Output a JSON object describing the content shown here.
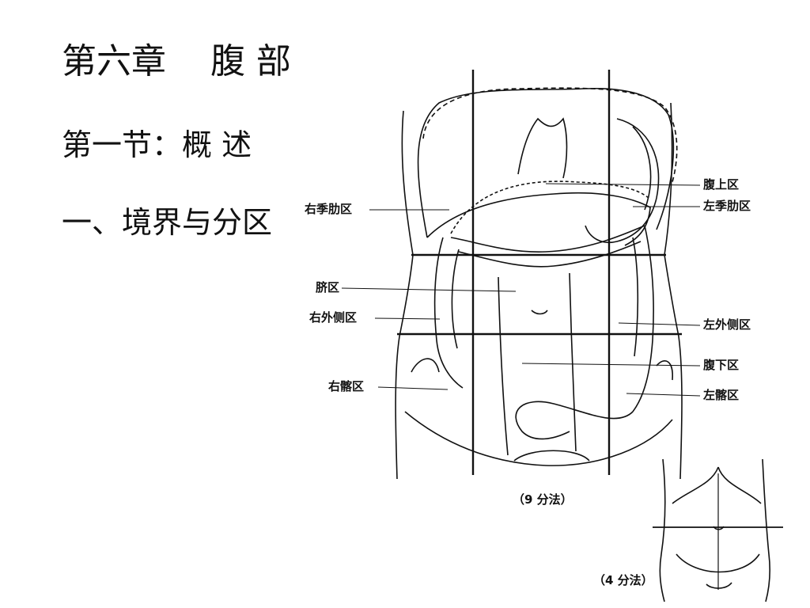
{
  "slide": {
    "chapter_title": "第六章    腹 部",
    "section_title": "第一节：概 述",
    "subsection_title": "一、境界与分区"
  },
  "figure_nine": {
    "caption": "（9 分法）",
    "regions": {
      "epigastric": "腹上区",
      "right_hypochondriac": "右季肋区",
      "left_hypochondriac": "左季肋区",
      "umbilical": "脐区",
      "right_lateral": "右外侧区",
      "left_lateral": "左外侧区",
      "hypogastric": "腹下区",
      "right_iliac": "右髂区",
      "left_iliac": "左髂区"
    }
  },
  "figure_four": {
    "caption": "（4 分法）"
  },
  "colors": {
    "ink": "#111111",
    "background": "#ffffff"
  }
}
